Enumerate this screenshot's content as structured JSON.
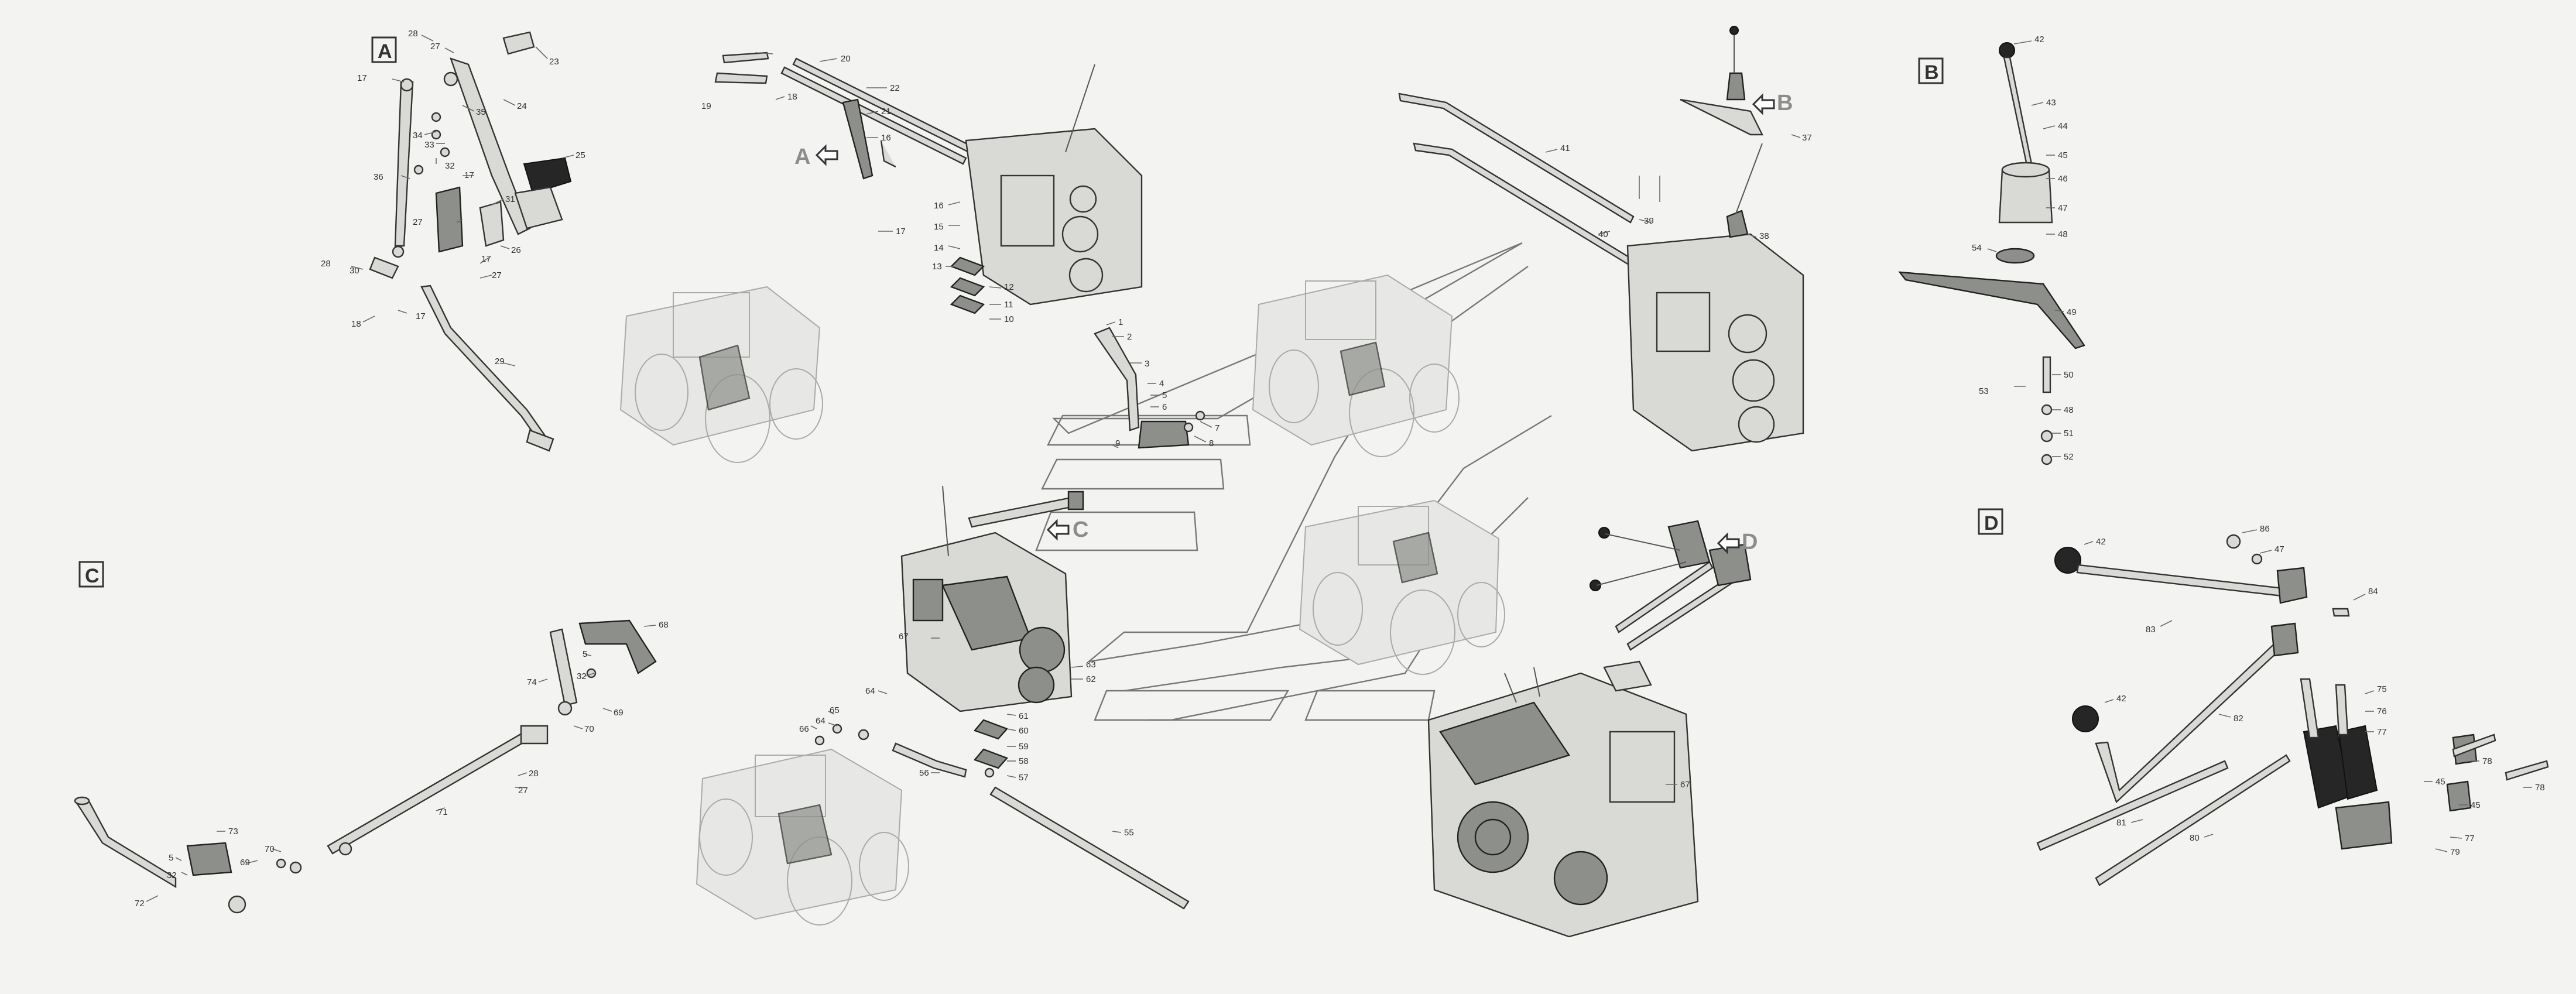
{
  "sections": {
    "a": "A",
    "b": "B",
    "c": "C",
    "d": "D"
  },
  "pointers": {
    "a": "A",
    "b": "B",
    "c": "C",
    "d": "D"
  },
  "callouts": {
    "sec_a": [
      "28",
      "27",
      "23",
      "17",
      "35",
      "24",
      "36",
      "34",
      "33",
      "32",
      "17",
      "25",
      "31",
      "27",
      "26",
      "30",
      "17",
      "27",
      "28",
      "18",
      "17",
      "29"
    ],
    "center_top": [
      "20",
      "21",
      "19",
      "22",
      "18",
      "16",
      "17",
      "16",
      "15",
      "14",
      "13",
      "12",
      "11",
      "10",
      "1",
      "2",
      "3",
      "4",
      "5",
      "6",
      "7",
      "8",
      "9"
    ],
    "right_top": [
      "41",
      "40",
      "39",
      "38",
      "37"
    ],
    "sec_b": [
      "42",
      "43",
      "44",
      "45",
      "46",
      "47",
      "48",
      "54",
      "49",
      "50",
      "53",
      "48",
      "51",
      "52"
    ],
    "sec_c": [
      "68",
      "5",
      "74",
      "32",
      "69",
      "70",
      "71",
      "28",
      "27",
      "73",
      "5",
      "32",
      "69",
      "70",
      "72"
    ],
    "center_bottom": [
      "67",
      "63",
      "62",
      "61",
      "60",
      "59",
      "58",
      "57",
      "64",
      "65",
      "66",
      "64",
      "56",
      "55"
    ],
    "center_right": [
      "67"
    ],
    "sec_d": [
      "86",
      "47",
      "84",
      "42",
      "83",
      "75",
      "76",
      "77",
      "82",
      "78",
      "42",
      "45",
      "78",
      "45",
      "81",
      "77",
      "80",
      "79"
    ]
  },
  "colors": {
    "background": "#f3f4f1",
    "line": "#555555",
    "part_fill": "#d9dad6",
    "part_dark": "#8d8f8b",
    "ghost": "#a9aba7"
  }
}
